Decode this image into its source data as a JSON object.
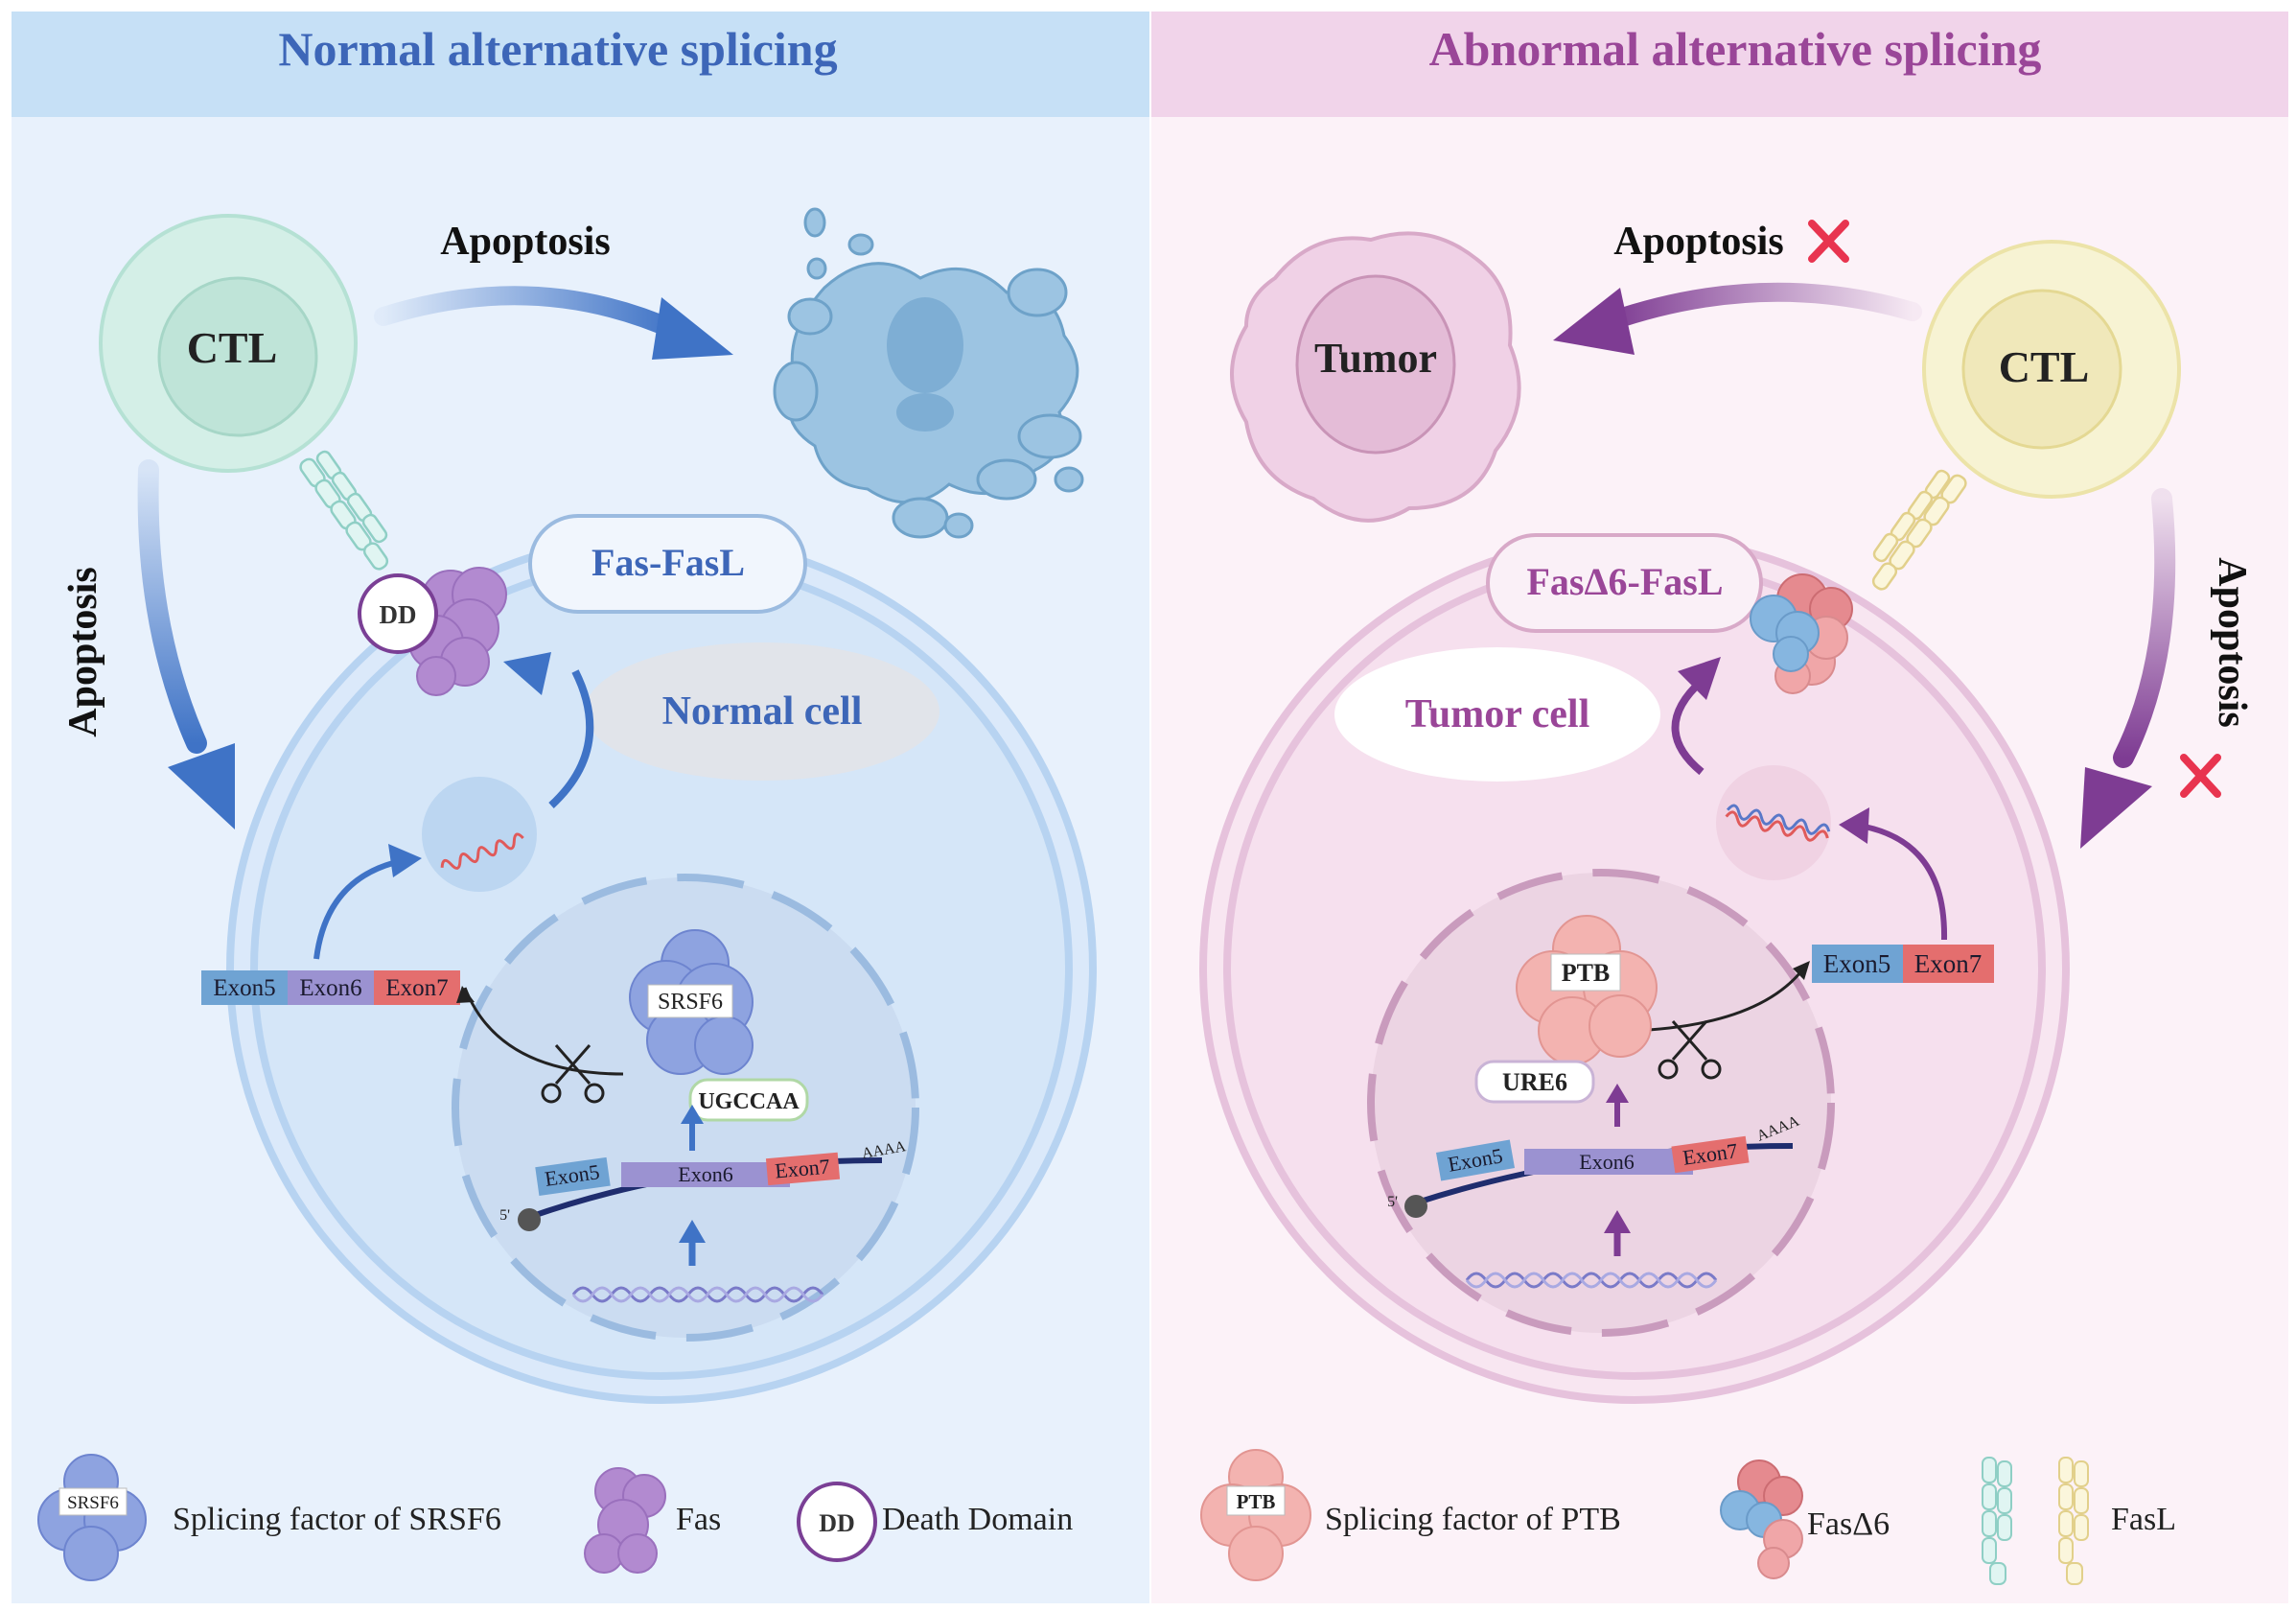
{
  "panels": {
    "left": {
      "title": "Normal alternative splicing",
      "ctl_label": "CTL",
      "apoptosis_top": "Apoptosis",
      "apoptosis_side": "Apoptosis",
      "complex_label": "Fas-FasL",
      "cell_label": "Normal cell",
      "dd_label": "DD",
      "srsf6_label": "SRSF6",
      "motif_label": "UGCCAA",
      "mrna_exons": [
        "Exon5",
        "Exon6",
        "Exon7"
      ],
      "gene_exons": [
        "Exon5",
        "Exon6",
        "Exon7"
      ],
      "five_prime": "5'",
      "polya": "AAAA"
    },
    "right": {
      "title": "Abnormal alternative splicing",
      "ctl_label": "CTL",
      "tumor_label": "Tumor",
      "apoptosis_top": "Apoptosis",
      "apoptosis_side": "Apoptosis",
      "complex_label": "FasΔ6-FasL",
      "cell_label": "Tumor cell",
      "ptb_label": "PTB",
      "motif_label": "URE6",
      "mrna_exons": [
        "Exon5",
        "Exon7"
      ],
      "gene_exons": [
        "Exon5",
        "Exon6",
        "Exon7"
      ],
      "five_prime": "5'",
      "polya": "AAAA"
    }
  },
  "legend": {
    "left": {
      "srsf6_icon_label": "SRSF6",
      "srsf6_text": "Splicing factor of SRSF6",
      "fas_text": "Fas",
      "dd_icon_label": "DD",
      "dd_text": "Death Domain"
    },
    "right": {
      "ptb_icon_label": "PTB",
      "ptb_text": "Splicing factor of PTB",
      "fasd6_text": "FasΔ6",
      "fasl_text": "FasL"
    }
  },
  "colors": {
    "left_bg": "#e8f1fc",
    "left_header": "#c6e0f6",
    "left_title": "#3d66b8",
    "right_bg": "#fcf2f8",
    "right_header": "#f1d4ea",
    "right_title": "#9a4698",
    "blue_arrow": "#3f73c6",
    "purple_arrow": "#7e3c93",
    "red_x": "#e8344f",
    "exon5": "#6fa3d3",
    "exon6": "#9b92d1",
    "exon7": "#e46e6e"
  },
  "icons": [
    "ctl-cell",
    "apoptotic-cell",
    "tumor-cell",
    "fas-receptor",
    "fasl-ligand",
    "scissors-icon",
    "dna-helix",
    "mrna-squiggle",
    "red-x-icon"
  ]
}
